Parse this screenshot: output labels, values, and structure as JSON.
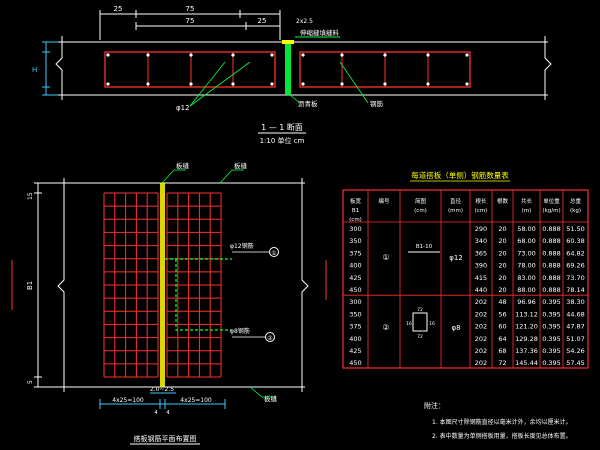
{
  "colors": {
    "background": "#000000",
    "outline": "#ffffff",
    "rebar": "#ff3030",
    "dim": "#40c8ff",
    "leader": "#00ff40",
    "title": "#ffff00",
    "table_border": "#ff3030",
    "table_text": "#ffffff"
  },
  "section": {
    "dims_top": [
      "25",
      "75",
      "25",
      "2x2.5"
    ],
    "dim_height": "H",
    "title": "1 — 1 断面",
    "scale": "1:10 单位 cm",
    "callouts": [
      "伸缩缝填缝料",
      "φ12",
      "沥青板",
      "钢筋"
    ]
  },
  "plan": {
    "dim_total_left": "B1",
    "dim_top_left": "15",
    "dim_bottom_left": "5",
    "dims_bottom": [
      "4x25=100",
      "2.0~2.5",
      "4x25=100"
    ],
    "dim_small": [
      "4",
      "4"
    ],
    "callouts": [
      "φ12钢筋",
      "①",
      "φ8钢筋",
      "②"
    ],
    "labels_top": [
      "板缝",
      "板缝"
    ],
    "label_bottom": "板缝",
    "title": "搭板钢筋平面布置图"
  },
  "table": {
    "title": "每道搭板（单侧）钢筋数量表",
    "headers": [
      "板宽 B1 (cm)",
      "编号",
      "简图 (cm)",
      "直径 (mm)",
      "根长 (cm)",
      "根数",
      "共长 (m)",
      "单位重 (kg/m)",
      "总重 (kg)"
    ],
    "group1": {
      "id": "①",
      "diameter": "φ12",
      "sketch_label": "B1-10",
      "rows": [
        [
          "300",
          "290",
          "20",
          "58.00",
          "0.888",
          "51.50"
        ],
        [
          "350",
          "340",
          "20",
          "68.00",
          "0.888",
          "60.38"
        ],
        [
          "375",
          "365",
          "20",
          "73.00",
          "0.888",
          "64.82"
        ],
        [
          "400",
          "390",
          "20",
          "78.00",
          "0.888",
          "69.26"
        ],
        [
          "425",
          "415",
          "20",
          "83.00",
          "0.888",
          "73.70"
        ],
        [
          "450",
          "440",
          "20",
          "88.00",
          "0.888",
          "78.14"
        ]
      ]
    },
    "group2": {
      "id": "②",
      "diameter": "φ8",
      "sketch_labels": [
        "72",
        "16",
        "16",
        "72"
      ],
      "rows": [
        [
          "300",
          "202",
          "48",
          "96.96",
          "0.395",
          "38.30"
        ],
        [
          "350",
          "202",
          "56",
          "113.12",
          "0.395",
          "44.68"
        ],
        [
          "375",
          "202",
          "60",
          "121.20",
          "0.395",
          "47.87"
        ],
        [
          "400",
          "202",
          "64",
          "129.28",
          "0.395",
          "51.07"
        ],
        [
          "425",
          "202",
          "68",
          "137.36",
          "0.395",
          "54.26"
        ],
        [
          "450",
          "202",
          "72",
          "145.44",
          "0.395",
          "57.45"
        ]
      ]
    }
  },
  "notes": {
    "heading": "附注：",
    "items": [
      "1. 本图尺寸除钢筋直径以毫米计外，余均以厘米计。",
      "2. 表中数量为单侧搭板用量，搭板长度见总体布置。"
    ]
  }
}
